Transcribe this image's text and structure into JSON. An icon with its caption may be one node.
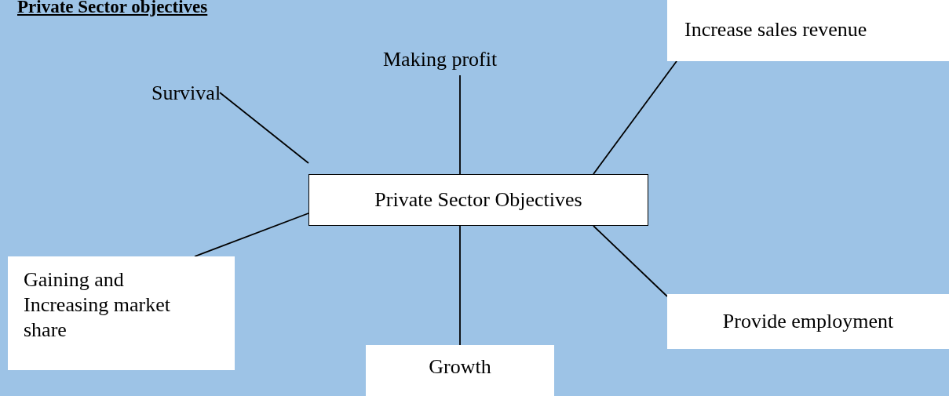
{
  "diagram": {
    "title": "Private Sector objectives",
    "nodes": [
      {
        "text": [
          "Increase sales revenue"
        ]
      },
      {
        "text": [
          "Making profit"
        ]
      },
      {
        "text": [
          "Survival"
        ]
      },
      {
        "text": [
          "Private Sector Objectives"
        ]
      },
      {
        "text": [
          "Gaining and Increasing market share"
        ]
      },
      {
        "text": [
          "Provide employment"
        ]
      },
      {
        "text": [
          "Growth"
        ]
      }
    ],
    "edges": [
      {
        "from": 3,
        "to": 2,
        "arrow": "none"
      },
      {
        "from": 3,
        "to": 1,
        "arrow": "none"
      },
      {
        "from": 3,
        "to": 0,
        "arrow": "none"
      },
      {
        "from": 3,
        "to": 4,
        "arrow": "none"
      },
      {
        "from": 3,
        "to": 5,
        "arrow": "none"
      },
      {
        "from": 3,
        "to": 6,
        "arrow": "none"
      }
    ]
  }
}
